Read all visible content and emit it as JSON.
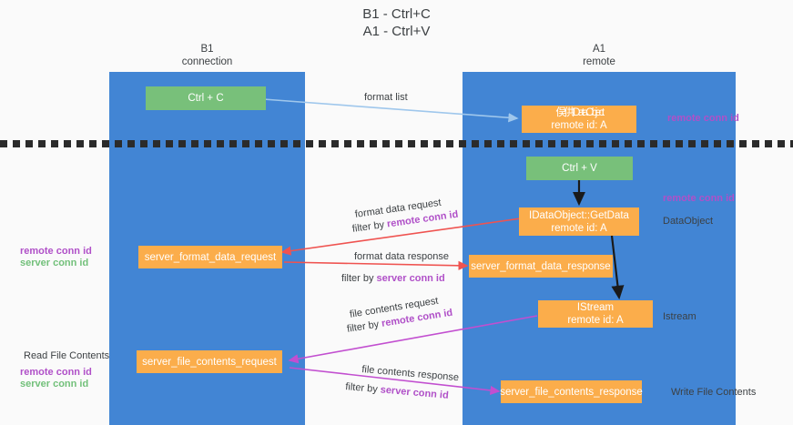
{
  "title": {
    "line1": "B1 - Ctrl+C",
    "line2": "A1 - Ctrl+V"
  },
  "columns": [
    {
      "name": "B1",
      "role": "connection"
    },
    {
      "name": "A1",
      "role": "remote"
    }
  ],
  "nodes": {
    "ctrl_c": {
      "label": "Ctrl + C"
    },
    "ctrl_v": {
      "label": "Ctrl + V"
    },
    "idataobject": {
      "line1": "俣供IDataObject",
      "line2": "remote id: A"
    },
    "getdata": {
      "line1": "IDataObject::GetData",
      "line2": "remote id: A"
    },
    "server_format_data_request": {
      "label": "server_format_data_request"
    },
    "server_format_data_response": {
      "label": "server_format_data_response"
    },
    "istream": {
      "line1": "IStream",
      "line2": "remote id: A"
    },
    "server_file_contents_request": {
      "label": "server_file_contents_request"
    },
    "server_file_contents_response": {
      "label": "server_file_contents_response"
    }
  },
  "edges": {
    "format_list": "format list",
    "format_data_request": "format data request",
    "format_data_request_filter_prefix": "filter by ",
    "format_data_request_filter_key": "remote conn id",
    "format_data_response": "format data response",
    "format_data_response_filter_prefix": "filter by ",
    "format_data_response_filter_key": "server conn id",
    "file_contents_request": "file contents request",
    "file_contents_request_filter_prefix": "filter by ",
    "file_contents_request_filter_key": "remote conn id",
    "file_contents_response": "file contents response",
    "file_contents_response_filter_prefix": "filter by ",
    "file_contents_response_filter_key": "server conn id"
  },
  "annotations": {
    "right_remote_conn_id_top": "remote conn id",
    "right_remote_conn_id_mid": "remote conn id",
    "right_dataobject": "DataObject",
    "right_istream": "Istream",
    "right_write_file_contents": "Write File Contents",
    "left_remote_conn_id_mid": "remote conn id",
    "left_server_conn_id_mid": "server conn id",
    "left_read_file_contents": "Read File Contents",
    "left_remote_conn_id_bottom": "remote conn id",
    "left_server_conn_id_bottom": "server conn id"
  },
  "colors": {
    "lane": "#4285d4",
    "green_node": "#78c07a",
    "orange_node": "#fbad4b",
    "purple_text": "#b050c8",
    "green_text": "#72c07a",
    "blue_arrow": "#9fc7ec",
    "red_arrow": "#ef5350",
    "magenta_arrow": "#c24fd0",
    "black_arrow": "#1a1a1a",
    "background": "#fafafa"
  }
}
